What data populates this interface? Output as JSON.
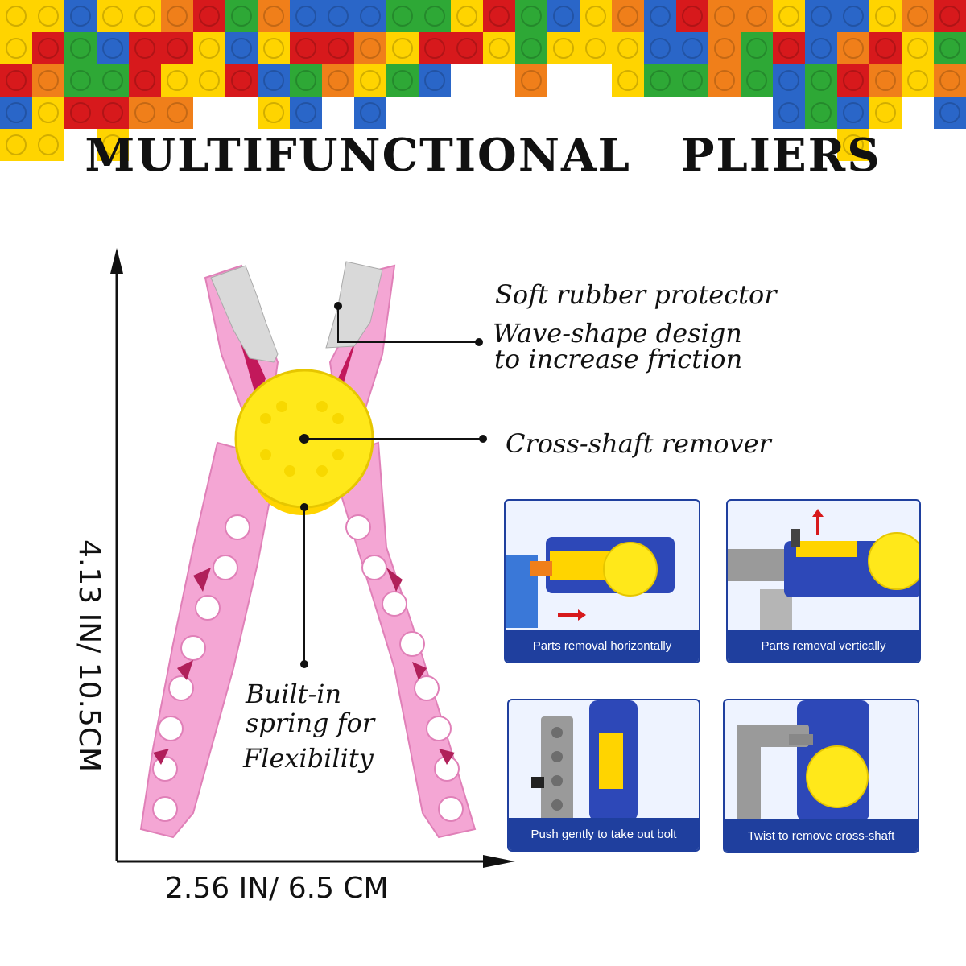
{
  "title": "MULTIFUNCTIONAL PLIERS",
  "dimensions": {
    "height_label": "4.13 IN/ 10.5CM",
    "width_label": "2.56 IN/ 6.5 CM"
  },
  "callouts": {
    "protector": "Soft rubber protector",
    "wave_line1": "Wave-shape design",
    "wave_line2": "to increase friction",
    "remover": "Cross-shaft remover",
    "spring_line1": "Built-in",
    "spring_line2": "spring for",
    "spring_line3": "Flexibility"
  },
  "panels": [
    {
      "caption": "Parts removal horizontally"
    },
    {
      "caption": "Parts removal vertically"
    },
    {
      "caption": "Push gently to take out bolt"
    },
    {
      "caption": "Twist to remove cross-shaft"
    }
  ],
  "colors": {
    "pliers_pink": "#f4a6d4",
    "pliers_dark": "#b0205a",
    "hub_yellow": "#ffe81a",
    "panel_blue": "#1f3f9e",
    "brick_red": "#d7191c",
    "brick_blue": "#2a66c8",
    "brick_yellow": "#ffd400",
    "brick_green": "#2ea836",
    "brick_orange": "#f07f1a"
  }
}
